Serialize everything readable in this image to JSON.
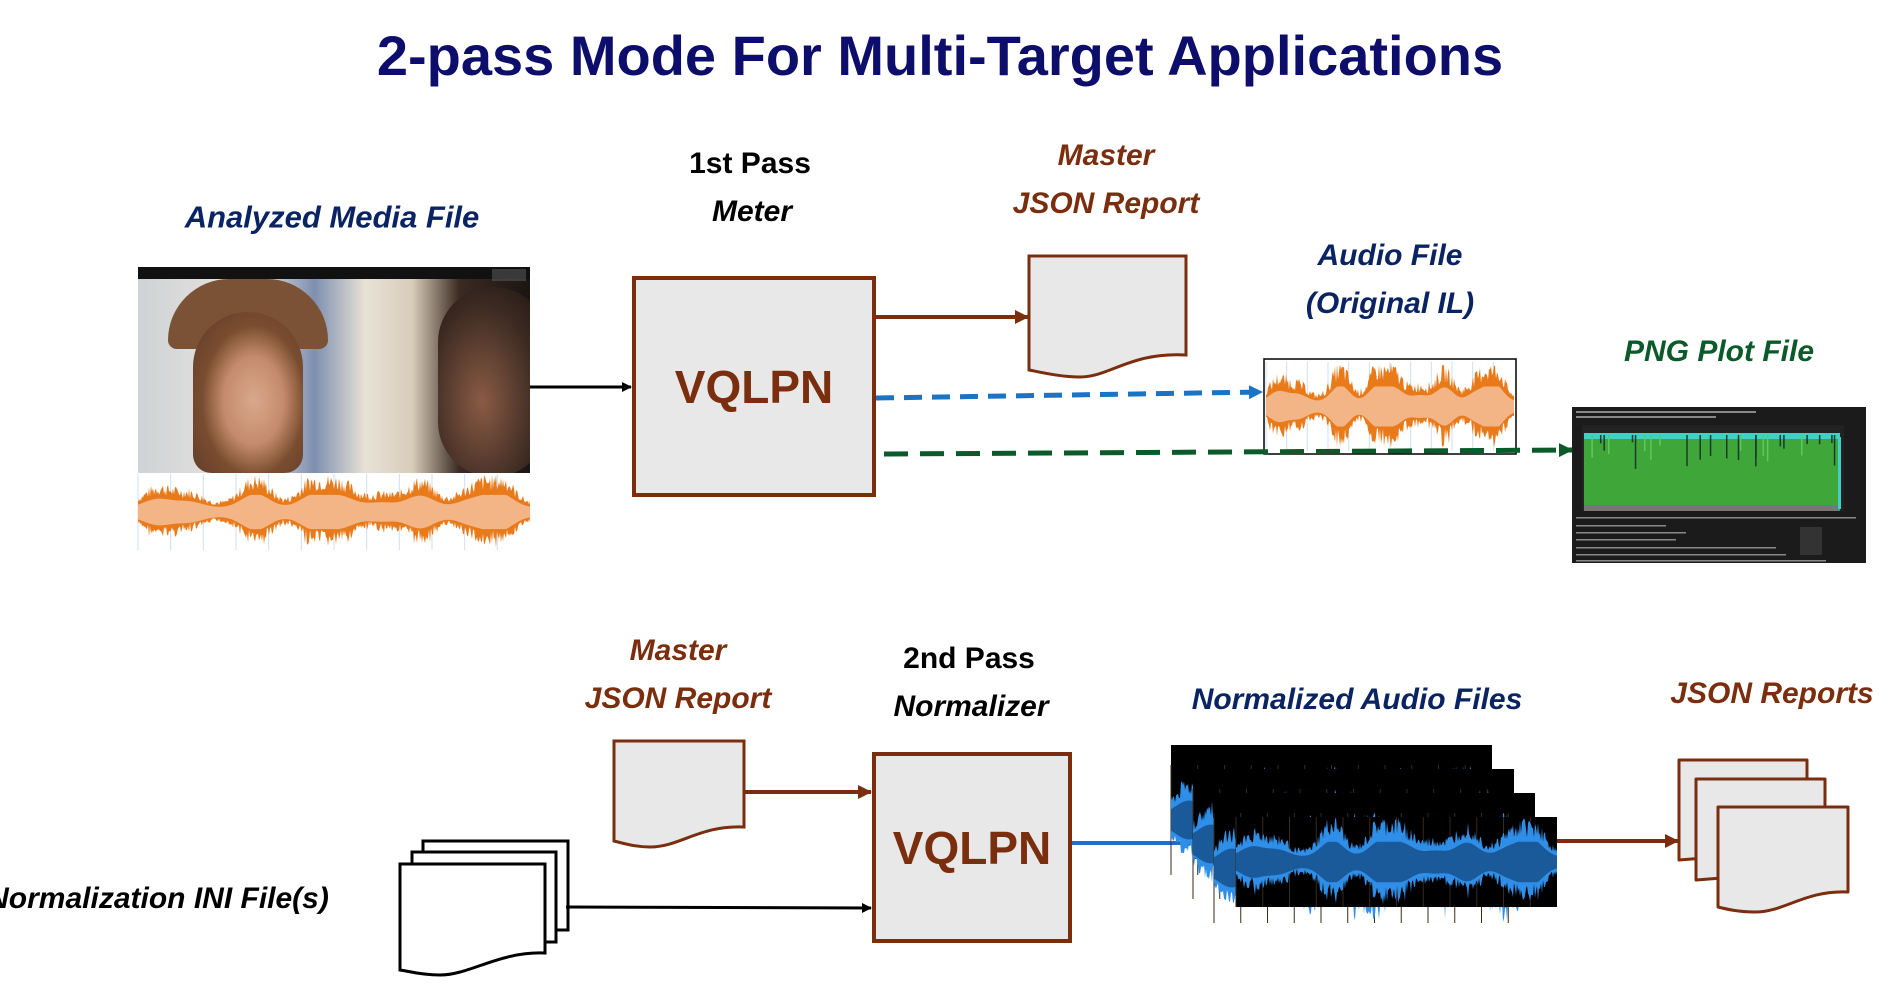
{
  "title": "2-pass Mode For Multi-Target Applications",
  "first_pass": {
    "source_label": "Analyzed Media File",
    "stage_line1": "1st Pass",
    "stage_line2": "Meter",
    "processor": "VQLPN",
    "report_line1": "Master",
    "report_line2": "JSON Report",
    "audio_line1": "Audio File",
    "audio_line2": "(Original IL)",
    "plot_label": "PNG Plot File"
  },
  "second_pass": {
    "config_label": "Normalization INI File(s)",
    "report_line1": "Master",
    "report_line2": "JSON Report",
    "stage_line1": "2nd Pass",
    "stage_line2": "Normalizer",
    "processor": "VQLPN",
    "output_audio_label": "Normalized Audio Files",
    "output_reports_label": "JSON Reports"
  },
  "colors": {
    "title": "#0d0d6b",
    "navy_label": "#0a2463",
    "brown": "#7a2e0e",
    "green": "#0b5a2a",
    "blue_arrow": "#1a73c4",
    "green_arrow": "#0b5a2a",
    "box_fill": "#e8e8e8",
    "waveform_orange": "#e87a1a",
    "waveform_orange_light": "#f3b486",
    "waveform_blue": "#2f8fe8",
    "waveform_blue_dark": "#1a5a9a",
    "plot_green": "#3fa63a",
    "plot_cyan": "#3fd0c8"
  }
}
